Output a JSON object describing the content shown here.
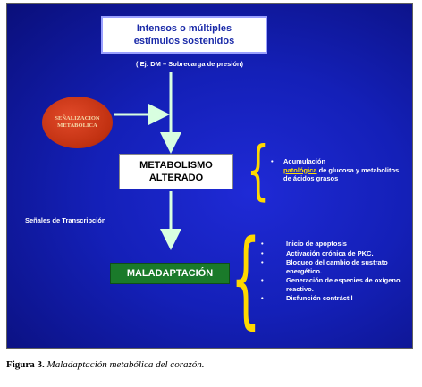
{
  "diagram": {
    "top_box": {
      "line1": "Intensos o múltiples",
      "line2": "estímulos sostenidos"
    },
    "example": "( Ej: DM  –  Sobrecarga de presión)",
    "oval": {
      "line1": "SEÑALIZACION",
      "line2": "METABOLICA"
    },
    "metabolism_box": {
      "line1": "METABOLISMO",
      "line2": "ALTERADO"
    },
    "metabolism_note": {
      "bullet": "•",
      "part1": "Acumulación",
      "highlight": "patológica",
      "part2": " de glucosa y metabolitos de ácidos grasos"
    },
    "signals_label": "Señales  de  Transcripción",
    "maladaptation_box": "MALADAPTACIÓN",
    "consequences": [
      "Inicio de  apoptosis",
      "Activación crónica de PKC.",
      "Bloqueo del cambio de sustrato energético.",
      "Generación de especies de oxígeno reactivo.",
      "Disfunción contráctil"
    ],
    "bullet": "•"
  },
  "caption": {
    "label": "Figura 3.",
    "text": "Maladaptación metabólica del corazón."
  },
  "colors": {
    "background": "#1420b8",
    "arrow": "#d8ffe0",
    "brace": "#ffd800",
    "oval": "#c03010",
    "maladaptation": "#1a7a2a"
  }
}
